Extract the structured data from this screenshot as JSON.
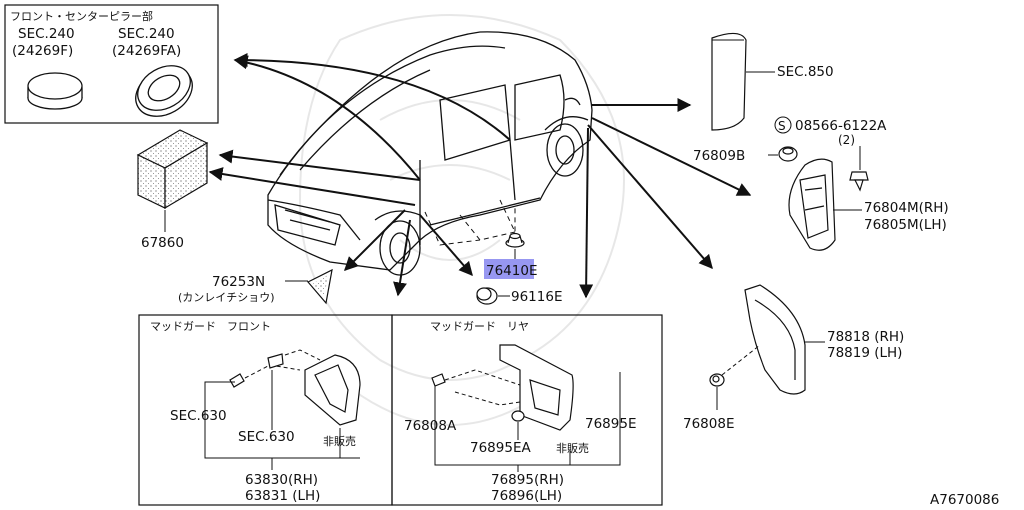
{
  "diagram_id": "A7670086",
  "top_box": {
    "title": "フロント・センターピラー部",
    "items": [
      {
        "sec": "SEC.240",
        "code": "(24269F)"
      },
      {
        "sec": "SEC.240",
        "code": "(24269FA)"
      }
    ]
  },
  "parts": {
    "p67860": "67860",
    "p76253n": "76253N",
    "p76253n_note": "(カンレイチショウ)",
    "p76410e": "76410E",
    "p96116e": "96116E",
    "sec850": "SEC.850",
    "bolt_code": "08566-6122A",
    "bolt_qty": "(2)",
    "bolt_symbol": "S",
    "p76809b": "76809B",
    "p76804m": "76804M(RH)",
    "p76805m": "76805M(LH)",
    "p78818": "78818 (RH)",
    "p78819": "78819 (LH)",
    "p76808e": "76808E"
  },
  "front_box": {
    "title": "マッドガード　フロント",
    "sec1": "SEC.630",
    "sec2": "SEC.630",
    "not_sold": "非販売",
    "rh": "63830(RH)",
    "lh": "63831 (LH)"
  },
  "rear_box": {
    "title": "マッドガード　リヤ",
    "p76808a": "76808A",
    "p76895ea": "76895EA",
    "not_sold": "非販売",
    "p76895e": "76895E",
    "rh": "76895(RH)",
    "lh": "76896(LH)"
  }
}
